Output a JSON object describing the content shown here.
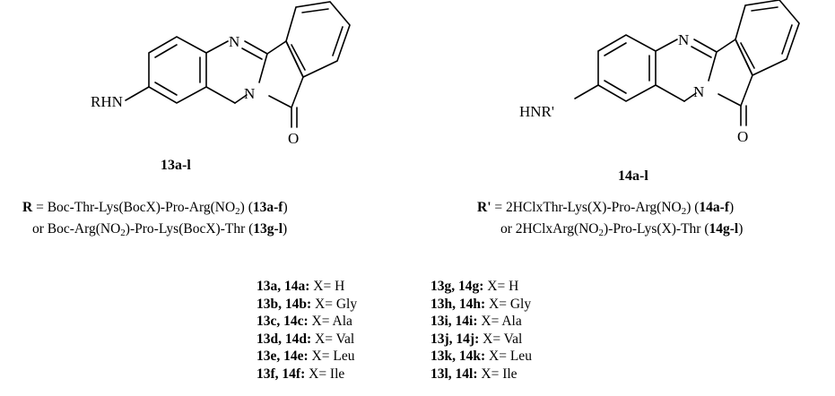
{
  "structures": [
    {
      "id": "left",
      "substituent_label": "RHN",
      "ring_n_top": "N",
      "ring_n_bottom": "N",
      "carbonyl_o": "O",
      "compound_label": "13a-l"
    },
    {
      "id": "right",
      "substituent_label": "HNR'",
      "ring_n_top": "N",
      "ring_n_bottom": "N",
      "carbonyl_o": "O",
      "compound_label": "14a-l"
    }
  ],
  "r_definition": {
    "line1": {
      "symbol": "R",
      "eq": " = Boc-Thr-Lys(BocX)-Pro-Arg(NO",
      "sub": "2",
      "close": ") (",
      "cpd": "13a-f",
      "end": ")"
    },
    "line2": {
      "pre": "or Boc-Arg(NO",
      "sub": "2",
      "rest": ")-Pro-Lys(BocX)-Thr (",
      "cpd": "13g-l",
      "end": ")"
    }
  },
  "rprime_definition": {
    "line1": {
      "symbol": "R'",
      "eq": " = 2HClxThr-Lys(X)-Pro-Arg(NO",
      "sub": "2",
      "close": ") (",
      "cpd": "14a-f",
      "end": ")"
    },
    "line2": {
      "pre": "or 2HClxArg(NO",
      "sub": "2",
      "rest": ")-Pro-Lys(X)-Thr (",
      "cpd": "14g-l",
      "end": ")"
    }
  },
  "legend": {
    "left": [
      {
        "cpd": "13a, 14a:",
        "x": " X= H"
      },
      {
        "cpd": "13b, 14b:",
        "x": " X= Gly"
      },
      {
        "cpd": "13c, 14c:",
        "x": " X= Ala"
      },
      {
        "cpd": "13d, 14d:",
        "x": " X= Val"
      },
      {
        "cpd": "13e, 14e:",
        "x": " X= Leu"
      },
      {
        "cpd": "13f, 14f:",
        "x": " X= Ile"
      }
    ],
    "right": [
      {
        "cpd": "13g, 14g:",
        "x": " X= H"
      },
      {
        "cpd": "13h, 14h:",
        "x": " X= Gly"
      },
      {
        "cpd": "13i, 14i:",
        "x": " X= Ala"
      },
      {
        "cpd": "13j, 14j:",
        "x": " X= Val"
      },
      {
        "cpd": "13k, 14k:",
        "x": " X= Leu"
      },
      {
        "cpd": "13l, 14l:",
        "x": " X= Ile"
      }
    ]
  }
}
